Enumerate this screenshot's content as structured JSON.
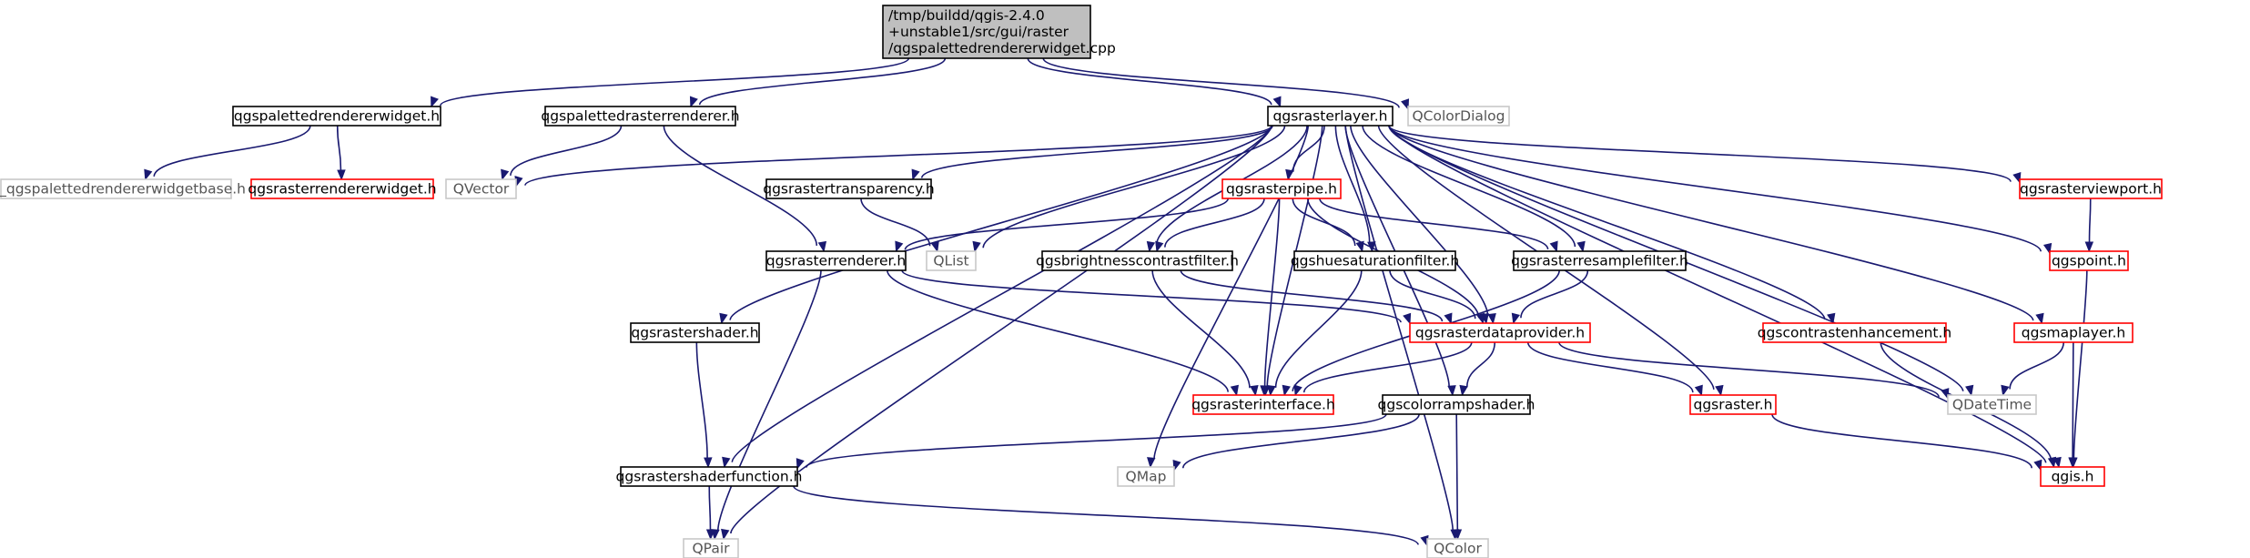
{
  "colors": {
    "edge": "#191970",
    "root_fill": "#bfbfbf",
    "normal_border": "#000000",
    "missing_border": "#c8c8c8",
    "incomplete_border": "#ff0000"
  },
  "graph": {
    "nodes": [
      {
        "id": "root",
        "kind": "root",
        "lines": [
          "/tmp/buildd/qgis-2.4.0",
          "+unstable1/src/gui/raster",
          "/qgspalettedrendererwidget.cpp"
        ]
      },
      {
        "id": "qgspalettedrendererwidget_h",
        "kind": "normal",
        "lines": [
          "qgspalettedrendererwidget.h"
        ]
      },
      {
        "id": "qgspalettedrasterrenderer_h",
        "kind": "normal",
        "lines": [
          "qgspalettedrasterrenderer.h"
        ]
      },
      {
        "id": "qgsrasterlayer_h",
        "kind": "normal",
        "lines": [
          "qgsrasterlayer.h"
        ]
      },
      {
        "id": "QColorDialog",
        "kind": "missing",
        "lines": [
          "QColorDialog"
        ]
      },
      {
        "id": "ui_qgspalettedrendererwidgetbase_h",
        "kind": "missing",
        "lines": [
          "ui_qgspalettedrendererwidgetbase.h"
        ]
      },
      {
        "id": "qgsrasterrendererwidget_h",
        "kind": "incomplete",
        "lines": [
          "qgsrasterrendererwidget.h"
        ]
      },
      {
        "id": "QVector",
        "kind": "missing",
        "lines": [
          "QVector"
        ]
      },
      {
        "id": "qgsrastertransparency_h",
        "kind": "normal",
        "lines": [
          "qgsrastertransparency.h"
        ]
      },
      {
        "id": "qgsrasterpipe_h",
        "kind": "incomplete",
        "lines": [
          "qgsrasterpipe.h"
        ]
      },
      {
        "id": "qgsrasterviewport_h",
        "kind": "incomplete",
        "lines": [
          "qgsrasterviewport.h"
        ]
      },
      {
        "id": "qgsrasterrenderer_h",
        "kind": "normal",
        "lines": [
          "qgsrasterrenderer.h"
        ]
      },
      {
        "id": "QList",
        "kind": "missing",
        "lines": [
          "QList"
        ]
      },
      {
        "id": "qgsbrightnesscontrastfilter_h",
        "kind": "normal",
        "lines": [
          "qgsbrightnesscontrastfilter.h"
        ]
      },
      {
        "id": "qgshuesaturationfilter_h",
        "kind": "normal",
        "lines": [
          "qgshuesaturationfilter.h"
        ]
      },
      {
        "id": "qgsrasterresamplefilter_h",
        "kind": "normal",
        "lines": [
          "qgsrasterresamplefilter.h"
        ]
      },
      {
        "id": "qgspoint_h",
        "kind": "incomplete",
        "lines": [
          "qgspoint.h"
        ]
      },
      {
        "id": "qgsrastershader_h",
        "kind": "normal",
        "lines": [
          "qgsrastershader.h"
        ]
      },
      {
        "id": "qgsrasterdataprovider_h",
        "kind": "incomplete",
        "lines": [
          "qgsrasterdataprovider.h"
        ]
      },
      {
        "id": "qgscontrastenhancement_h",
        "kind": "incomplete",
        "lines": [
          "qgscontrastenhancement.h"
        ]
      },
      {
        "id": "qgsmaplayer_h",
        "kind": "incomplete",
        "lines": [
          "qgsmaplayer.h"
        ]
      },
      {
        "id": "qgsrasterinterface_h",
        "kind": "incomplete",
        "lines": [
          "qgsrasterinterface.h"
        ]
      },
      {
        "id": "qgscolorrampshader_h",
        "kind": "normal",
        "lines": [
          "qgscolorrampshader.h"
        ]
      },
      {
        "id": "qgsraster_h",
        "kind": "incomplete",
        "lines": [
          "qgsraster.h"
        ]
      },
      {
        "id": "QDateTime",
        "kind": "missing",
        "lines": [
          "QDateTime"
        ]
      },
      {
        "id": "qgsrastershaderfunction_h",
        "kind": "normal",
        "lines": [
          "qgsrastershaderfunction.h"
        ]
      },
      {
        "id": "QMap",
        "kind": "missing",
        "lines": [
          "QMap"
        ]
      },
      {
        "id": "qgis_h",
        "kind": "incomplete",
        "lines": [
          "qgis.h"
        ]
      },
      {
        "id": "QPair",
        "kind": "missing",
        "lines": [
          "QPair"
        ]
      },
      {
        "id": "QColor",
        "kind": "missing",
        "lines": [
          "QColor"
        ]
      }
    ],
    "edges": [
      [
        "root",
        "qgspalettedrendererwidget_h"
      ],
      [
        "root",
        "qgspalettedrasterrenderer_h"
      ],
      [
        "root",
        "qgsrasterlayer_h"
      ],
      [
        "root",
        "QColorDialog"
      ],
      [
        "qgspalettedrendererwidget_h",
        "ui_qgspalettedrendererwidgetbase_h"
      ],
      [
        "qgspalettedrendererwidget_h",
        "qgsrasterrendererwidget_h"
      ],
      [
        "qgspalettedrasterrenderer_h",
        "QVector"
      ],
      [
        "qgspalettedrasterrenderer_h",
        "qgsrasterrenderer_h"
      ],
      [
        "qgsrasterlayer_h",
        "QVector"
      ],
      [
        "qgsrasterlayer_h",
        "qgsrastertransparency_h"
      ],
      [
        "qgsrasterlayer_h",
        "qgsrasterpipe_h"
      ],
      [
        "qgsrasterlayer_h",
        "qgsrasterviewport_h"
      ],
      [
        "qgsrasterlayer_h",
        "QList"
      ],
      [
        "qgsrasterlayer_h",
        "qgsbrightnesscontrastfilter_h"
      ],
      [
        "qgsrasterlayer_h",
        "qgshuesaturationfilter_h"
      ],
      [
        "qgsrasterlayer_h",
        "qgsrasterresamplefilter_h"
      ],
      [
        "qgsrasterlayer_h",
        "qgspoint_h"
      ],
      [
        "qgsrasterlayer_h",
        "qgsrastershader_h"
      ],
      [
        "qgsrasterlayer_h",
        "qgsrasterdataprovider_h"
      ],
      [
        "qgsrasterlayer_h",
        "qgscontrastenhancement_h"
      ],
      [
        "qgsrasterlayer_h",
        "qgsmaplayer_h"
      ],
      [
        "qgsrasterlayer_h",
        "qgsrasterinterface_h"
      ],
      [
        "qgsrasterlayer_h",
        "qgscolorrampshader_h"
      ],
      [
        "qgsrasterlayer_h",
        "qgsraster_h"
      ],
      [
        "qgsrasterlayer_h",
        "QDateTime"
      ],
      [
        "qgsrasterlayer_h",
        "qgsrastershaderfunction_h"
      ],
      [
        "qgsrasterlayer_h",
        "QMap"
      ],
      [
        "qgsrasterlayer_h",
        "qgis_h"
      ],
      [
        "qgsrasterlayer_h",
        "QPair"
      ],
      [
        "qgsrasterlayer_h",
        "QColor"
      ],
      [
        "qgsrastertransparency_h",
        "QList"
      ],
      [
        "qgsrasterpipe_h",
        "qgsrasterrenderer_h"
      ],
      [
        "qgsrasterpipe_h",
        "qgsbrightnesscontrastfilter_h"
      ],
      [
        "qgsrasterpipe_h",
        "qgshuesaturationfilter_h"
      ],
      [
        "qgsrasterpipe_h",
        "qgsrasterresamplefilter_h"
      ],
      [
        "qgsrasterpipe_h",
        "qgsrasterdataprovider_h"
      ],
      [
        "qgsrasterpipe_h",
        "qgsrasterinterface_h"
      ],
      [
        "qgsrasterviewport_h",
        "qgspoint_h"
      ],
      [
        "qgspoint_h",
        "qgis_h"
      ],
      [
        "qgsrasterrenderer_h",
        "qgsrasterdataprovider_h"
      ],
      [
        "qgsrasterrenderer_h",
        "qgsrasterinterface_h"
      ],
      [
        "qgsrasterrenderer_h",
        "QPair"
      ],
      [
        "qgsbrightnesscontrastfilter_h",
        "qgsrasterdataprovider_h"
      ],
      [
        "qgsbrightnesscontrastfilter_h",
        "qgsrasterinterface_h"
      ],
      [
        "qgshuesaturationfilter_h",
        "qgsrasterdataprovider_h"
      ],
      [
        "qgshuesaturationfilter_h",
        "qgsrasterinterface_h"
      ],
      [
        "qgsrasterresamplefilter_h",
        "qgsrasterdataprovider_h"
      ],
      [
        "qgsrasterresamplefilter_h",
        "qgsrasterinterface_h"
      ],
      [
        "qgsrastershader_h",
        "qgsrastershaderfunction_h"
      ],
      [
        "qgsrasterdataprovider_h",
        "qgsrasterinterface_h"
      ],
      [
        "qgsrasterdataprovider_h",
        "qgscolorrampshader_h"
      ],
      [
        "qgsrasterdataprovider_h",
        "qgsraster_h"
      ],
      [
        "qgsrasterdataprovider_h",
        "QDateTime"
      ],
      [
        "qgscontrastenhancement_h",
        "qgis_h"
      ],
      [
        "qgsmaplayer_h",
        "QDateTime"
      ],
      [
        "qgsmaplayer_h",
        "qgis_h"
      ],
      [
        "qgscolorrampshader_h",
        "qgsrastershaderfunction_h"
      ],
      [
        "qgscolorrampshader_h",
        "QMap"
      ],
      [
        "qgscolorrampshader_h",
        "QColor"
      ],
      [
        "qgsraster_h",
        "qgis_h"
      ],
      [
        "qgsrastershaderfunction_h",
        "QPair"
      ],
      [
        "qgsrastershaderfunction_h",
        "QColor"
      ]
    ]
  }
}
